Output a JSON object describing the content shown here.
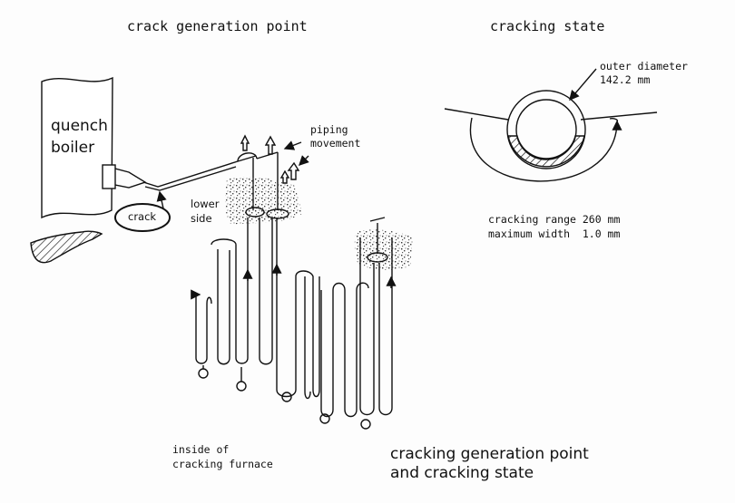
{
  "labels": {
    "crack_generation_point": "crack generation point",
    "cracking_state": "cracking state",
    "outer_diameter_label": "outer diameter",
    "outer_diameter_value": "142.2 mm",
    "quench_boiler_line1": "quench",
    "quench_boiler_line2": "boiler",
    "piping_movement_line1": "piping",
    "piping_movement_line2": "movement",
    "lower_side_line1": "lower",
    "lower_side_line2": "side",
    "crack": "crack",
    "cracking_range": "cracking range 260 mm",
    "maximum_width": "maximum width  1.0 mm",
    "inside_furnace_line1": "inside of",
    "inside_furnace_line2": "cracking furnace",
    "caption_line1": "cracking generation point",
    "caption_line2": "and cracking state"
  },
  "colors": {
    "ink": "#111111",
    "paper": "#fdfdfd"
  }
}
